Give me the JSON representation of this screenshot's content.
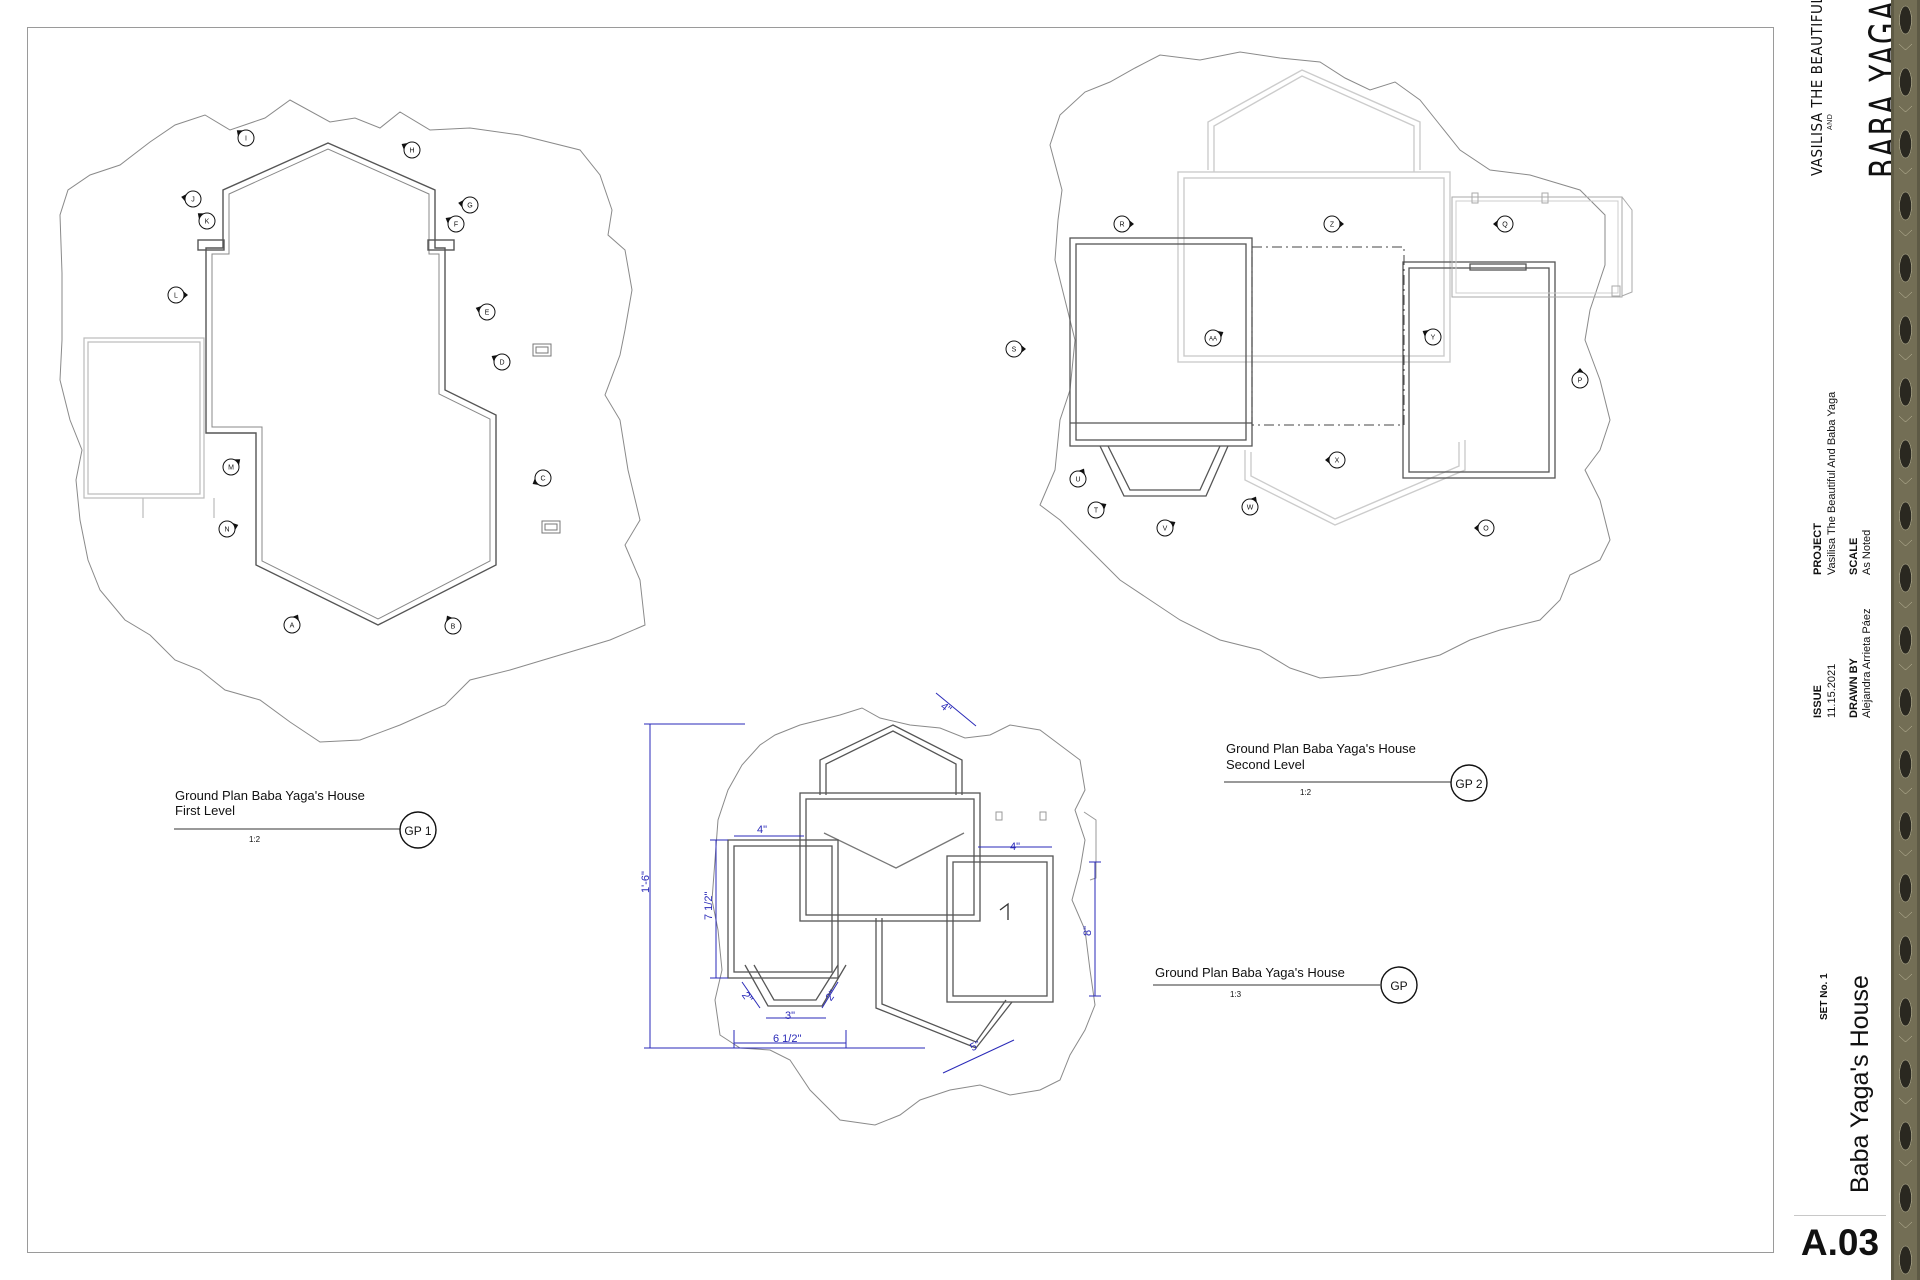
{
  "sheet": {
    "logo": {
      "line1": "VASILISA THE BEAUTIFUL",
      "line2": "AND",
      "line3": "BABA YAGA"
    },
    "project_label": "PROJECT",
    "project_value": "Vasilisa The Beautiful And Baba Yaga",
    "scale_label": "SCALE",
    "scale_value": "As Noted",
    "issue_label": "ISSUE",
    "issue_value": "11.15.2021",
    "drawn_label": "DRAWN BY",
    "drawn_value": "Alejandra Arrieta Páez",
    "set_label": "SET No. 1",
    "sheet_title": "Baba Yaga's House",
    "sheet_number": "A.03"
  },
  "drawings": {
    "gp1": {
      "title_line1": "Ground Plan Baba Yaga's House",
      "title_line2": "First Level",
      "scale": "1:2",
      "tag": "GP 1"
    },
    "gp2": {
      "title_line1": "Ground Plan Baba Yaga's House",
      "title_line2": "Second Level",
      "scale": "1:2",
      "tag": "GP 2"
    },
    "gp": {
      "title_line1": "Ground Plan Baba Yaga's House",
      "scale": "1:3",
      "tag": "GP"
    }
  },
  "markers_first_level": [
    "A",
    "B",
    "C",
    "D",
    "E",
    "F",
    "G",
    "H",
    "I",
    "J",
    "K",
    "L",
    "M",
    "N"
  ],
  "markers_second_level": [
    "O",
    "P",
    "Q",
    "R",
    "S",
    "T",
    "U",
    "V",
    "W",
    "X",
    "Y",
    "Z",
    "AA"
  ],
  "dimensions": {
    "top_gable": "4\"",
    "left_wing": "4\"",
    "right_wing": "4\"",
    "overall_height": "1'-6\"",
    "left_height": "7 1/2\"",
    "right_height": "8\"",
    "bay_bottom": "3\"",
    "bay_left": "2\"",
    "bay_right": "2\"",
    "bottom_width": "6 1/2\"",
    "diagonal": "5\""
  },
  "colors": {
    "dimension": "#2a2ab8",
    "line": "#555555",
    "terrain": "#8a8a8a",
    "text": "#111111"
  }
}
